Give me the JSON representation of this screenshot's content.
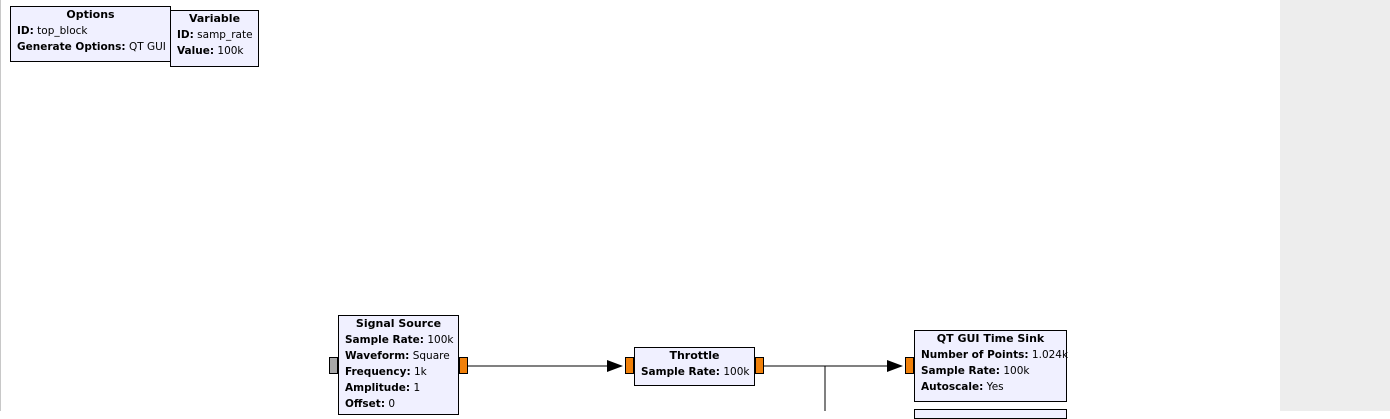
{
  "canvas": {
    "background": "#ffffff"
  },
  "colors": {
    "block_fill": "#f0f0ff",
    "port_orange": "#f0800a",
    "port_gray": "#a8a8a8",
    "side_panel": "#ededed"
  },
  "blocks": {
    "options": {
      "title": "Options",
      "params": [
        {
          "key": "ID:",
          "value": "top_block"
        },
        {
          "key": "Generate Options:",
          "value": "QT GUI"
        }
      ]
    },
    "variable": {
      "title": "Variable",
      "params": [
        {
          "key": "ID:",
          "value": "samp_rate"
        },
        {
          "key": "Value:",
          "value": "100k"
        }
      ]
    },
    "signal_source": {
      "title": "Signal Source",
      "params": [
        {
          "key": "Sample Rate:",
          "value": "100k"
        },
        {
          "key": "Waveform:",
          "value": "Square"
        },
        {
          "key": "Frequency:",
          "value": "1k"
        },
        {
          "key": "Amplitude:",
          "value": "1"
        },
        {
          "key": "Offset:",
          "value": "0"
        }
      ]
    },
    "throttle": {
      "title": "Throttle",
      "params": [
        {
          "key": "Sample Rate:",
          "value": "100k"
        }
      ]
    },
    "time_sink": {
      "title": "QT GUI Time Sink",
      "params": [
        {
          "key": "Number of Points:",
          "value": "1.024k"
        },
        {
          "key": "Sample Rate:",
          "value": "100k"
        },
        {
          "key": "Autoscale:",
          "value": "Yes"
        }
      ]
    }
  }
}
